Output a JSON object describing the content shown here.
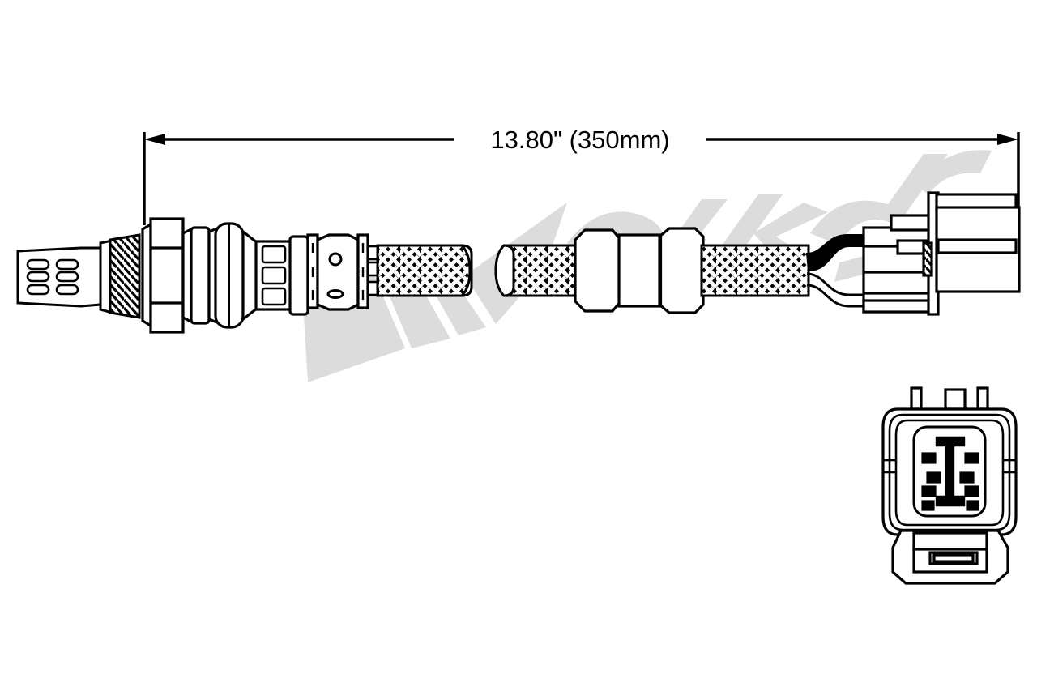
{
  "document": {
    "type": "technical-product-drawing",
    "subject": "Oxygen sensor with braided cable and 4-wire connector",
    "brand": "Walker"
  },
  "dimension": {
    "label": "13.80\" (350mm)",
    "inches": "13.80\"",
    "millimeters": "350mm",
    "arrow_left": "left-arrowhead",
    "arrow_right": "right-arrowhead"
  },
  "watermark": {
    "text": "Walker",
    "color": "#dcdcdc"
  },
  "colors": {
    "line": "#000000",
    "fill": "#ffffff",
    "braid": "#000000",
    "braid_strand": "#ffffff",
    "watermark": "#dcdcdc",
    "wire_black": "#000000"
  },
  "parts": {
    "sensor_tip": "perforated-shield-tip",
    "tip_slot_rows": 3,
    "tip_slot_columns": 2,
    "threads": "threaded-body",
    "hex_nut": "hex-nut",
    "collar": "washer-collar",
    "barrel": "sensor-barrel",
    "shield_windows": 3,
    "ferrule": "crimp-ferrule",
    "ferrule_hole": "round-vent-hole",
    "ferrule_slot": "oval-slot",
    "cable": "braided-shield-cable",
    "cable_break": "break-gap",
    "grommet": "inline-grommet",
    "wire_transition": "wire-splice",
    "connector_body": "connector-body",
    "connector_housing": "connector-housing",
    "connector_face": "connector-face-view",
    "face_cavities": 8,
    "face_key": "center-key-rib",
    "face_tabs": 3,
    "face_latch": "bottom-latch-tab"
  }
}
